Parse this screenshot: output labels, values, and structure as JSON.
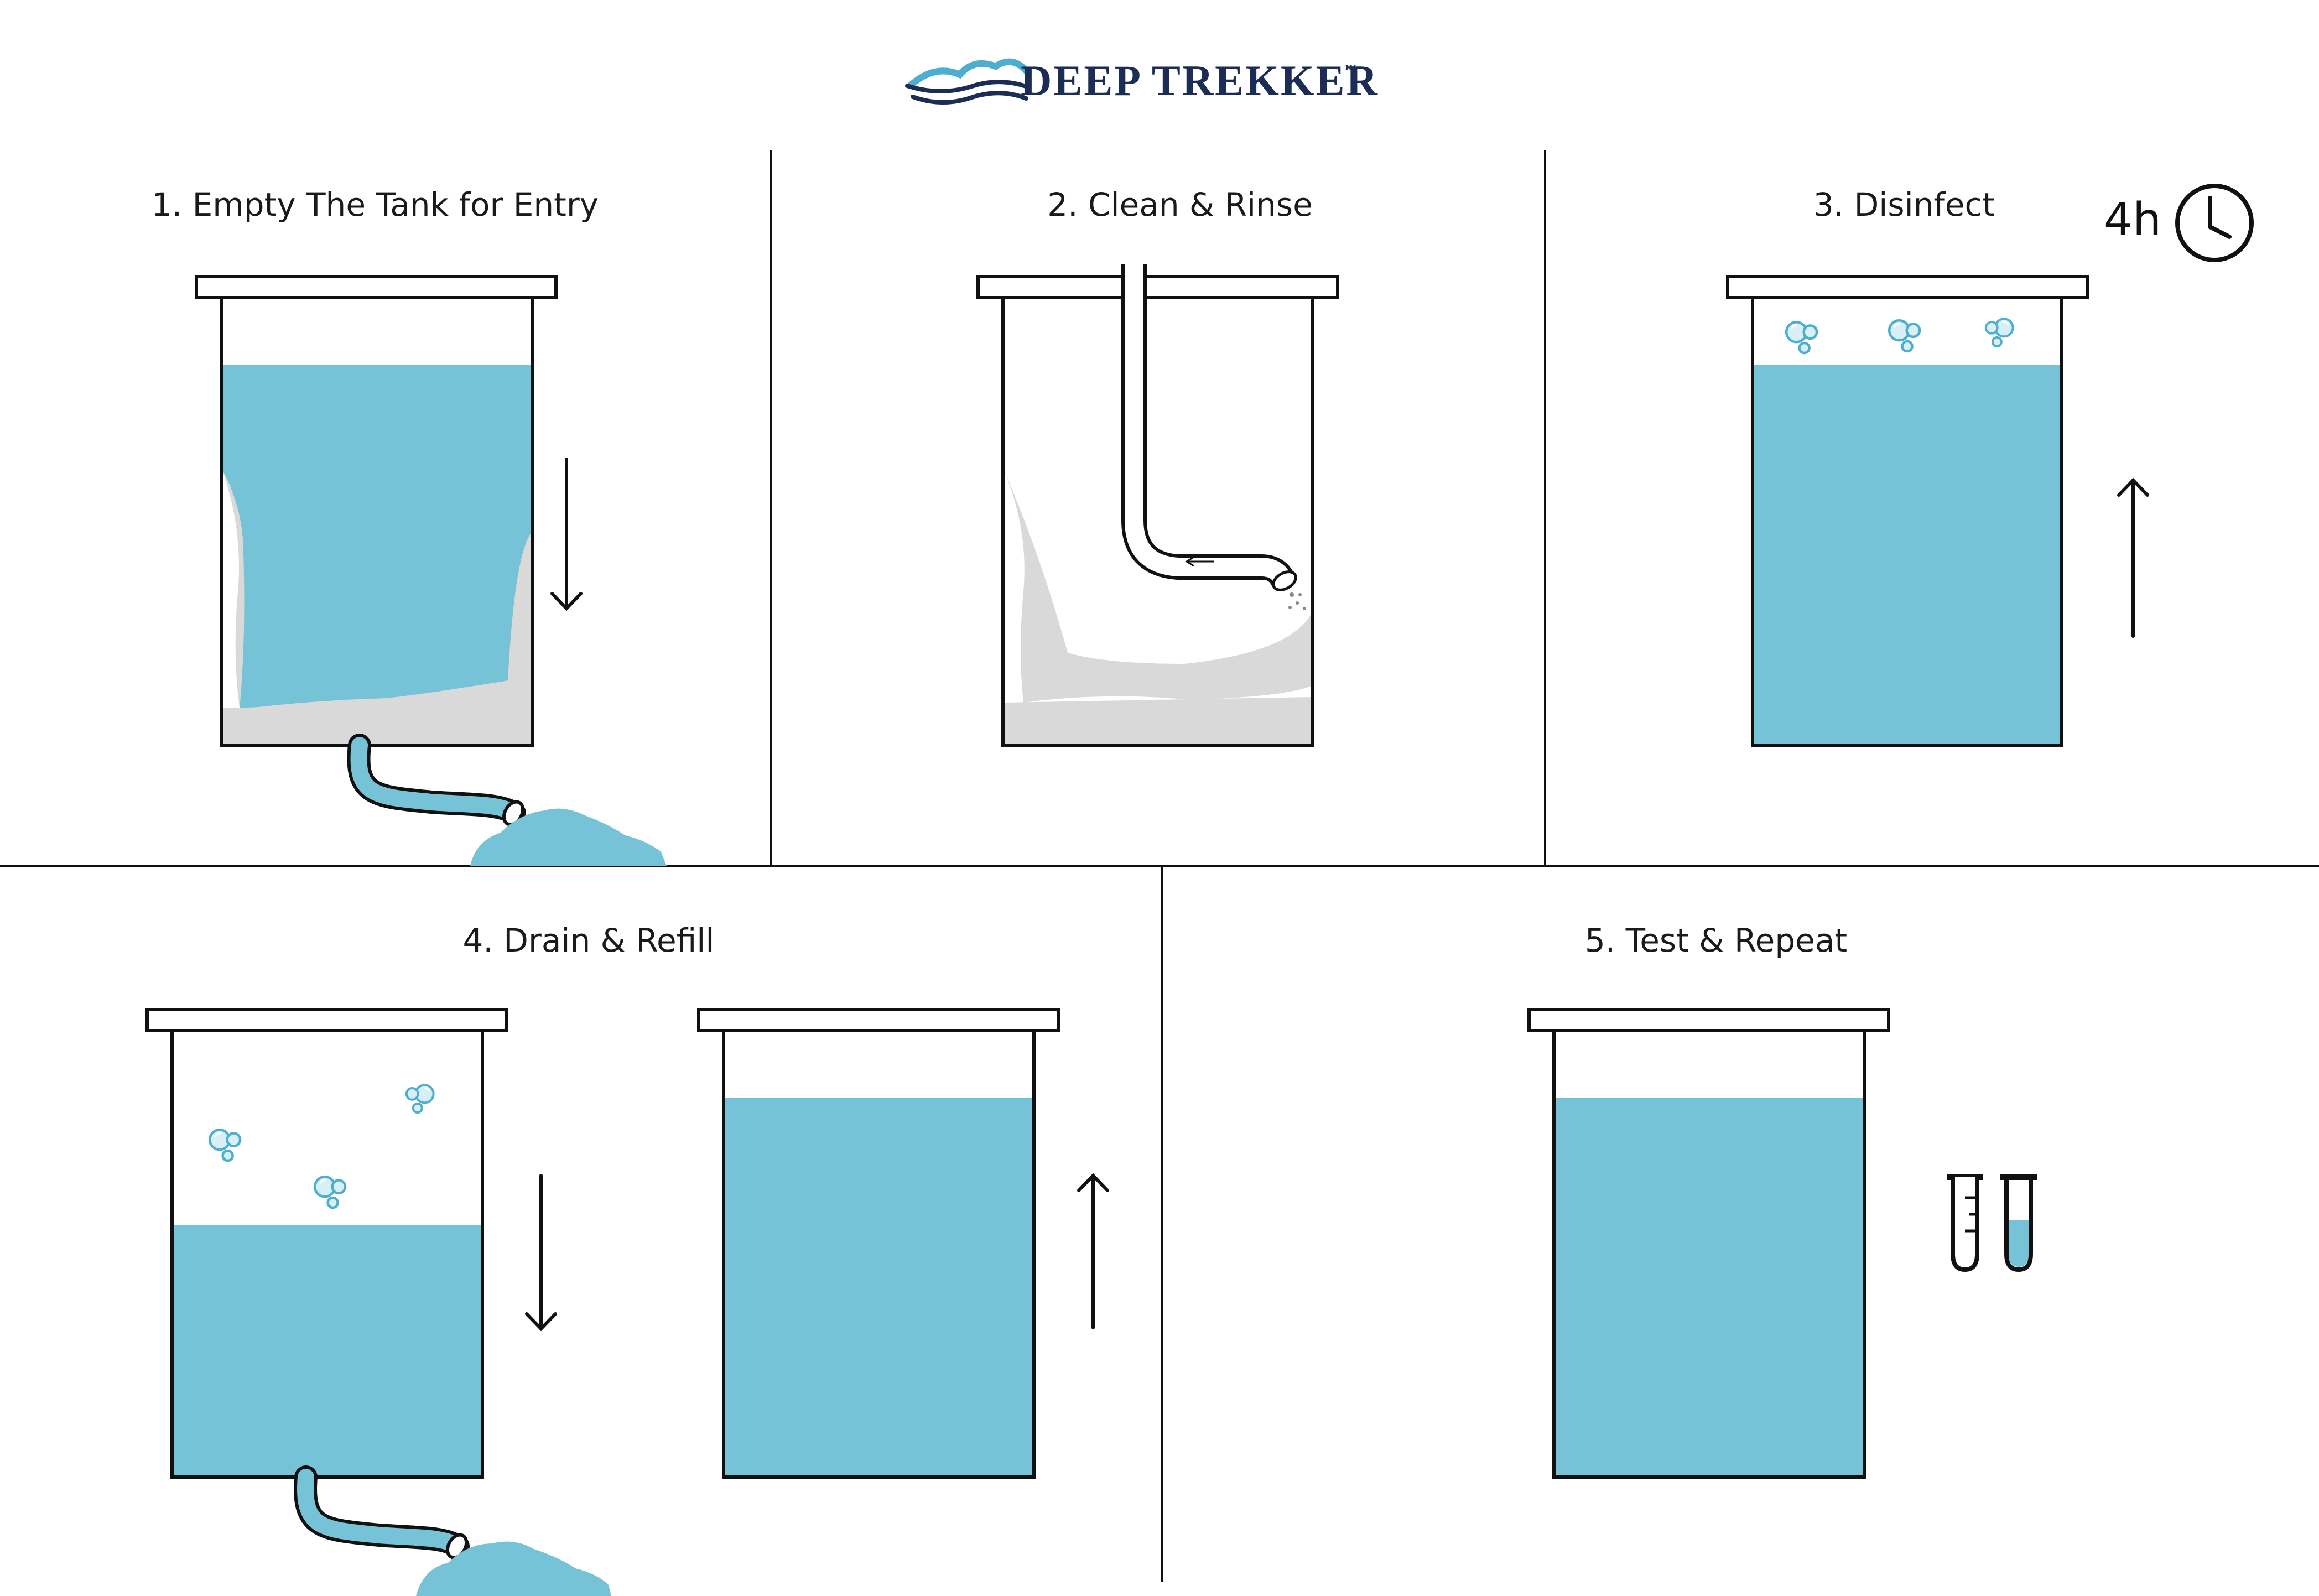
{
  "brand": {
    "name": "DEEP TREKKER",
    "tm": "™"
  },
  "colors": {
    "water": "#76c2d6",
    "ink": "#111111",
    "brand_navy": "#1c2d55",
    "sediment": "#d9d9d9"
  },
  "steps": [
    {
      "title": "1. Empty The Tank for Entry",
      "flow": "down",
      "icons": [
        "drain-hose-icon",
        "puddle-icon",
        "arrow-down-icon"
      ]
    },
    {
      "title": "2. Clean & Rinse",
      "flow": "none",
      "icons": [
        "rinse-hose-icon",
        "spray-icon"
      ]
    },
    {
      "title": "3. Disinfect",
      "flow": "up",
      "duration": "4h",
      "icons": [
        "bubbles-icon",
        "clock-icon",
        "arrow-up-icon"
      ]
    },
    {
      "title": "4. Drain & Refill",
      "flow": "down-then-up",
      "icons": [
        "bubbles-icon",
        "drain-hose-icon",
        "puddle-icon",
        "arrow-down-icon",
        "arrow-up-icon"
      ]
    },
    {
      "title": "5. Test & Repeat",
      "flow": "none",
      "icons": [
        "test-tubes-icon"
      ]
    }
  ]
}
